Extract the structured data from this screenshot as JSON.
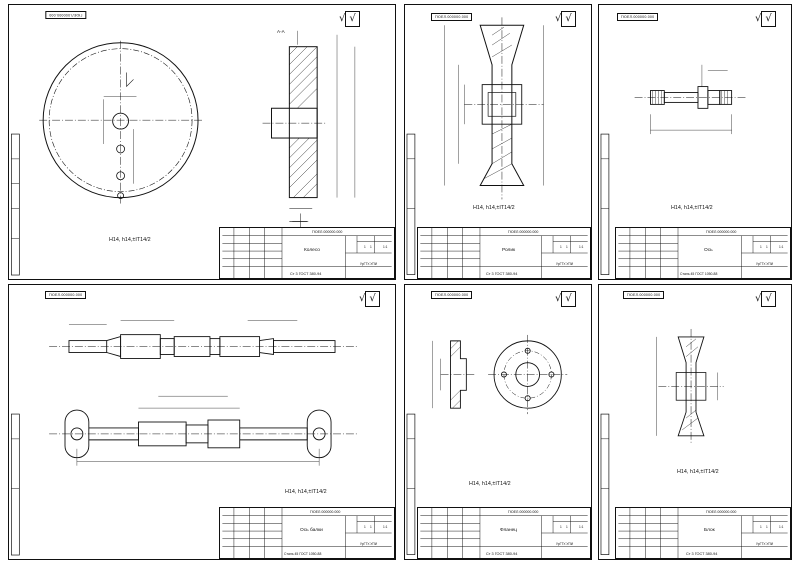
{
  "sheets": [
    {
      "code": "ГЮЕЛ.000000.000",
      "title_code": "ГЮЕЛ.000000.000",
      "part_name": "Колесо",
      "material": "Ст 3 ГОСТ 380-94",
      "note": "Н14, h14,±IT14/2",
      "org": "УрГТУ-УПИ",
      "scale": "1:1",
      "sheet_no": "1",
      "sheets_total": "1"
    },
    {
      "code": "ГЮЕЛ.000000.000",
      "title_code": "ГЮЕЛ.000000.000",
      "part_name": "Ролик",
      "material": "Ст 3 ГОСТ 380-94",
      "note": "Н14, h14,±IT14/2",
      "org": "УрГТУ-УПИ",
      "scale": "1:1",
      "sheet_no": "1",
      "sheets_total": "1"
    },
    {
      "code": "ГЮЕЛ.000000.000",
      "title_code": "ГЮЕЛ.000000.000",
      "part_name": "Ось",
      "material": "Сталь 45 ГОСТ 1050-88",
      "note": "Н14, h14,±IT14/2",
      "org": "УрГТУ-УПИ",
      "scale": "1:1",
      "sheet_no": "1",
      "sheets_total": "1"
    },
    {
      "code": "ГЮЕЛ.000000.000",
      "title_code": "ГЮЕЛ.000000.000",
      "part_name": "Ось балки",
      "material": "Сталь 45 ГОСТ 1050-88",
      "note": "Н14, h14,±IT14/2",
      "org": "УрГТУ-УПИ",
      "scale": "1:1",
      "sheet_no": "1",
      "sheets_total": "1"
    },
    {
      "code": "ГЮЕЛ.000000.000",
      "title_code": "ГЮЕЛ.000000.000",
      "part_name": "Фланец",
      "material": "Ст 3 ГОСТ 380-94",
      "note": "Н14, h14,±IT14/2",
      "org": "УрГТУ-УПИ",
      "scale": "1:1",
      "sheet_no": "1",
      "sheets_total": "1"
    },
    {
      "code": "ГЮЕЛ.000000.000",
      "title_code": "ГЮЕЛ.000000.000",
      "part_name": "Блок",
      "material": "Ст 3 ГОСТ 380-94",
      "note": "Н14, h14,±IT14/2",
      "org": "УрГТУ-УПИ",
      "scale": "1:1",
      "sheet_no": "1",
      "sheets_total": "1"
    }
  ],
  "roughness_symbol": "√",
  "roughness_value": "√",
  "section_label": "A-A"
}
